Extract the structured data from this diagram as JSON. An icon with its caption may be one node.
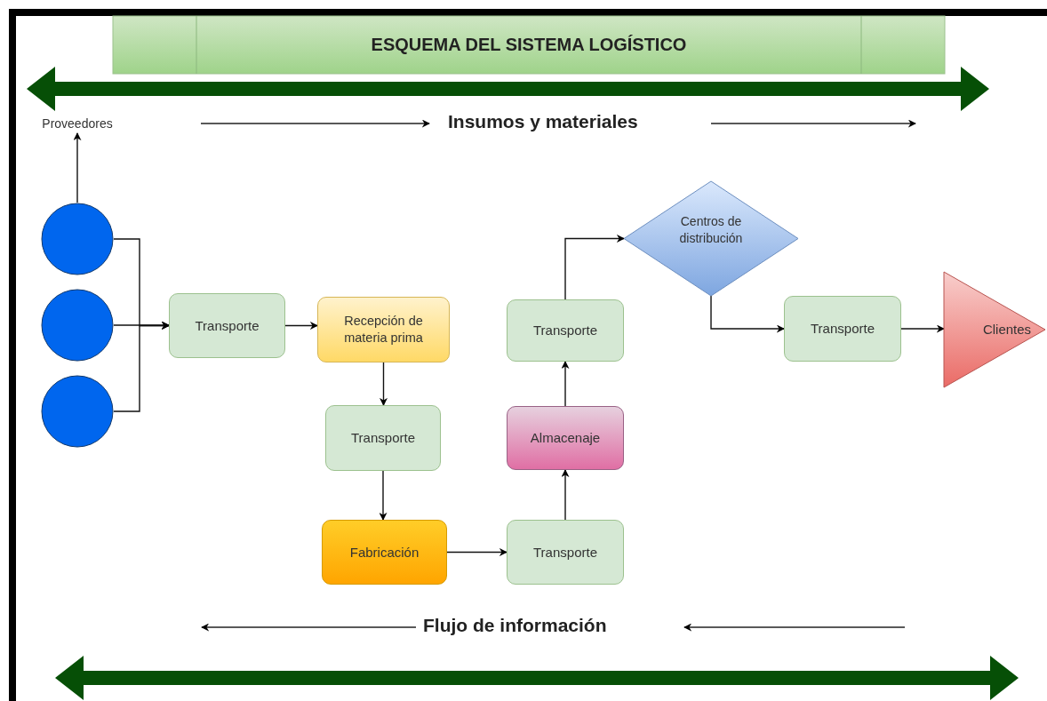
{
  "diagram": {
    "title": "ESQUEMA DEL SISTEMA LOGÍSTICO",
    "nodes": [
      {
        "text": [
          "Proveedores"
        ]
      },
      {
        "text": [],
        "shape": "circle"
      },
      {
        "text": [],
        "shape": "circle"
      },
      {
        "text": [],
        "shape": "circle"
      },
      {
        "text": [
          "Transporte"
        ]
      },
      {
        "text": [
          "Recepción de materia prima"
        ]
      },
      {
        "text": [
          "Transporte"
        ]
      },
      {
        "text": [
          "Fabricación"
        ]
      },
      {
        "text": [
          "Transporte"
        ]
      },
      {
        "text": [
          "Almacenaje"
        ]
      },
      {
        "text": [
          "Transporte"
        ]
      },
      {
        "text": [
          "Centros de distribución"
        ]
      },
      {
        "text": [
          "Transporte"
        ]
      },
      {
        "text": [
          "Clientes"
        ]
      }
    ],
    "edges": [
      {
        "from": 1,
        "to": 0,
        "arrow": "to"
      },
      {
        "from": 1,
        "to": 4,
        "arrow": "to"
      },
      {
        "from": 2,
        "to": 4,
        "arrow": "to"
      },
      {
        "from": 3,
        "to": 4,
        "arrow": "to"
      },
      {
        "from": 4,
        "to": 5,
        "arrow": "to"
      },
      {
        "from": 5,
        "to": 6,
        "arrow": "to"
      },
      {
        "from": 6,
        "to": 7,
        "arrow": "to"
      },
      {
        "from": 7,
        "to": 8,
        "arrow": "to"
      },
      {
        "from": 8,
        "to": 9,
        "arrow": "to"
      },
      {
        "from": 9,
        "to": 10,
        "arrow": "to"
      },
      {
        "from": 10,
        "to": 11,
        "arrow": "to"
      },
      {
        "from": 11,
        "to": 12,
        "arrow": "to"
      },
      {
        "from": 12,
        "to": 13,
        "arrow": "to"
      }
    ],
    "labels": [
      "Insumos y materiales",
      "Flujo de información"
    ]
  }
}
